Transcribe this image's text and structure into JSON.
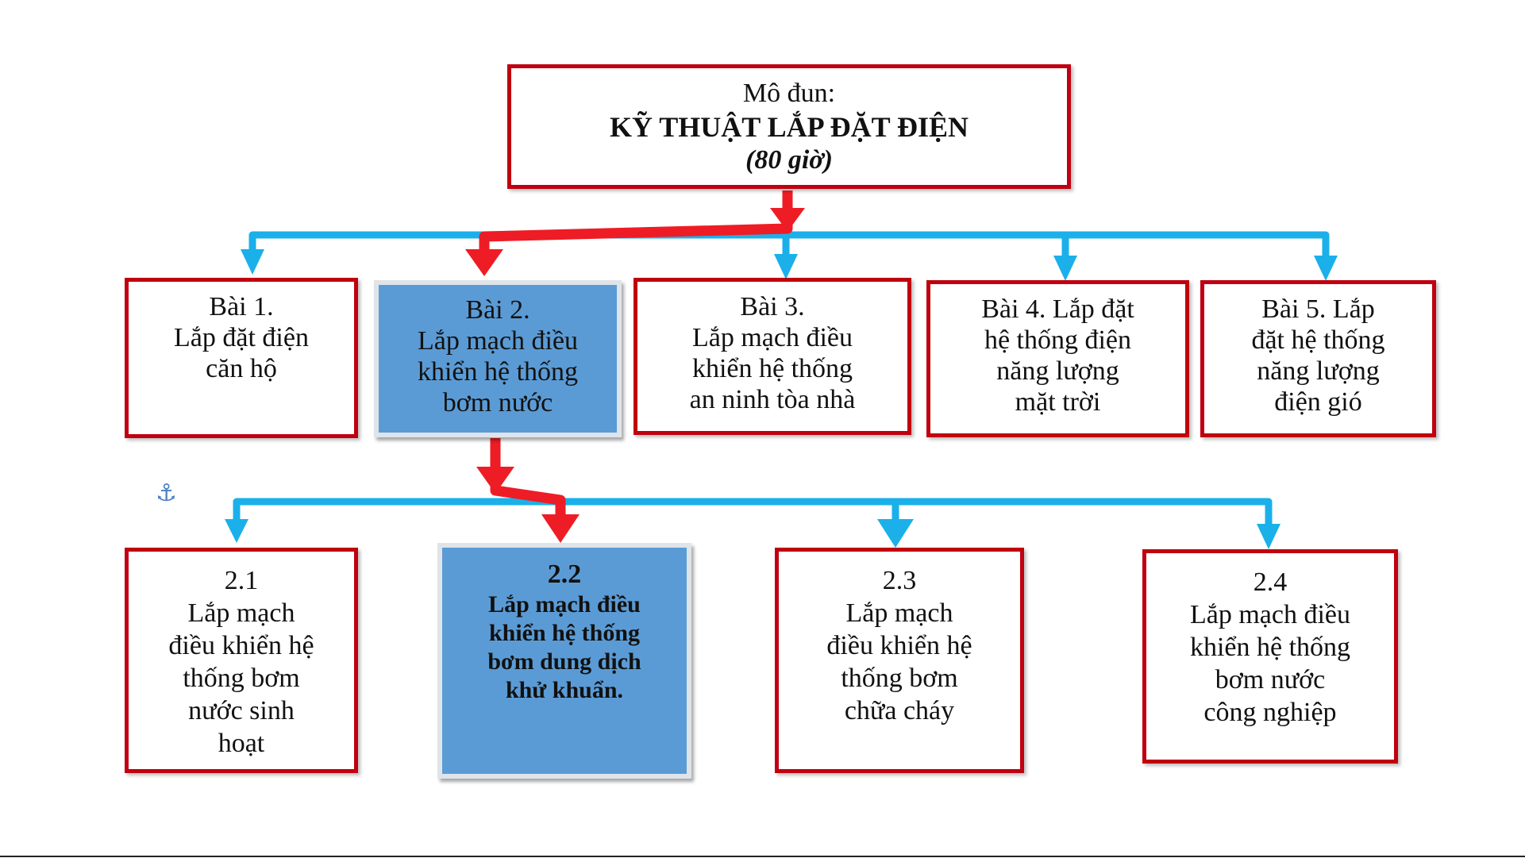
{
  "root": {
    "prefix": "Mô đun:",
    "title": "KỸ THUẬT LẮP ĐẶT ĐIỆN",
    "hours": "(80 giờ)"
  },
  "lessons": [
    {
      "lines": [
        "Bài 1.",
        "Lắp đặt điện",
        "căn hộ"
      ]
    },
    {
      "lines": [
        "Bài 2.",
        "Lắp mạch điều",
        "khiển hệ thống",
        "bơm nước"
      ],
      "highlighted": true
    },
    {
      "lines": [
        "Bài 3.",
        "Lắp mạch điều",
        "khiển hệ thống",
        "an ninh tòa nhà"
      ]
    },
    {
      "lines": [
        "Bài 4. Lắp đặt",
        "hệ thống điện",
        "năng lượng",
        "mặt trời"
      ]
    },
    {
      "lines": [
        "Bài 5. Lắp",
        "đặt hệ thống",
        "năng lượng",
        "điện gió"
      ]
    }
  ],
  "subtopics": [
    {
      "code": "2.1",
      "lines": [
        "Lắp mạch",
        "điều khiển hệ",
        "thống bơm",
        "nước sinh",
        "hoạt"
      ]
    },
    {
      "code": "2.2",
      "lines": [
        "Lắp mạch điều",
        "khiển hệ thống",
        "bơm dung dịch",
        "khử khuẩn."
      ],
      "highlighted": true
    },
    {
      "code": "2.3",
      "lines": [
        "Lắp mạch",
        "điều khiển hệ",
        "thống bơm",
        "chữa cháy"
      ]
    },
    {
      "code": "2.4",
      "lines": [
        "Lắp mạch điều",
        "khiển hệ thống",
        "bơm nước",
        "công nghiệp"
      ]
    }
  ],
  "colors": {
    "box_border": "#c0000f",
    "highlight_fill": "#5b9bd5",
    "path_arrow": "#ee1c25",
    "branch_arrow": "#1bb0ea"
  },
  "icons": {
    "anchor": "anchor-icon"
  }
}
